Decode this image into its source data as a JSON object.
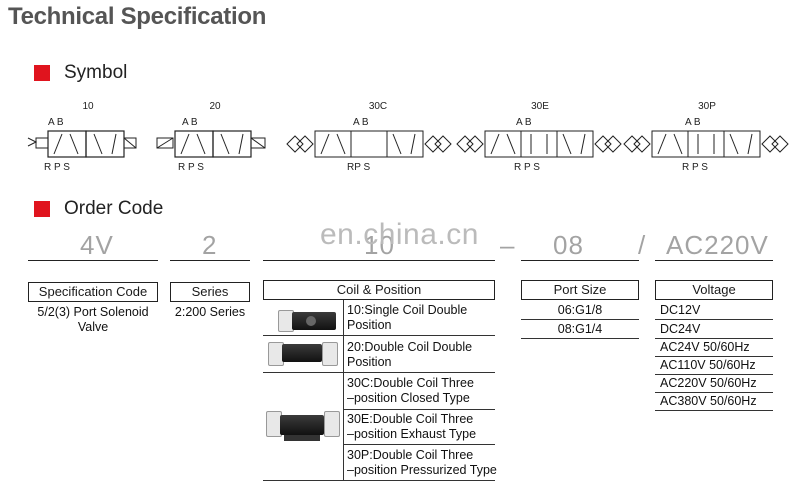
{
  "header": {
    "title": "Technical Specification"
  },
  "symbol_section": {
    "label": "Symbol",
    "symbols": [
      {
        "code": "10",
        "top": "A B",
        "bottom": "R P S"
      },
      {
        "code": "20",
        "top": "A B",
        "bottom": "R P S"
      },
      {
        "code": "30C",
        "top": "A B",
        "bottom": "RP S"
      },
      {
        "code": "30E",
        "top": "A B",
        "bottom": "R P S"
      },
      {
        "code": "30P",
        "top": "A B",
        "bottom": "R P S"
      }
    ]
  },
  "order_section": {
    "label": "Order Code",
    "watermark": "en.china.cn",
    "code_parts": [
      "4V",
      "2",
      "10",
      "–",
      "08",
      "/",
      "AC220V"
    ],
    "spec": {
      "header": "Specification Code",
      "value_line1": "5/2(3) Port Solenoid",
      "value_line2": "Valve"
    },
    "series": {
      "header": "Series",
      "value": "2:200 Series"
    },
    "coil": {
      "header": "Coil & Position",
      "items": [
        {
          "line1": "10:Single Coil Double",
          "line2": "Position"
        },
        {
          "line1": "20:Double Coil Double",
          "line2": "Position"
        },
        {
          "line1": "30C:Double Coil Three",
          "line2": "–position Closed Type"
        },
        {
          "line1": "30E:Double Coil Three",
          "line2": "–position Exhaust Type"
        },
        {
          "line1": "30P:Double Coil Three",
          "line2": "–position Pressurized Type"
        }
      ]
    },
    "port": {
      "header": "Port Size",
      "values": [
        "06:G1/8",
        "08:G1/4"
      ]
    },
    "voltage": {
      "header": "Voltage",
      "values": [
        "DC12V",
        "DC24V",
        "AC24V 50/60Hz",
        "AC110V 50/60Hz",
        "AC220V 50/60Hz",
        "AC380V 50/60Hz"
      ]
    },
    "colors": {
      "accent": "#e0141e"
    }
  }
}
